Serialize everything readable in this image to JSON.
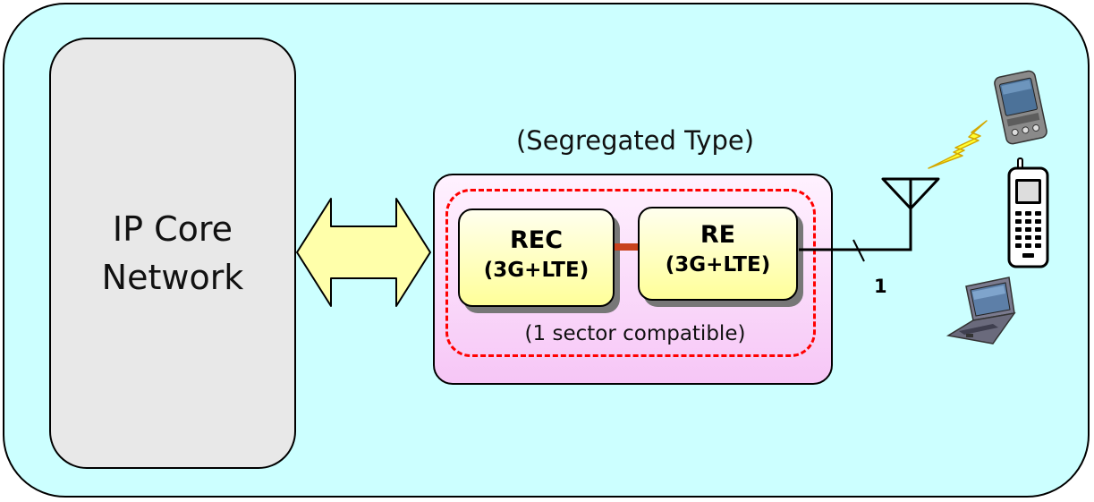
{
  "core": {
    "line1": "IP Core",
    "line2": "Network"
  },
  "segregated_title": "(Segregated Type)",
  "rec": {
    "title": "REC",
    "sub": "(3G+LTE)"
  },
  "re": {
    "title": "RE",
    "sub": "(3G+LTE)"
  },
  "sector_note": "(1 sector compatible)",
  "link_count": "1",
  "icons": [
    "double-arrow-icon",
    "antenna-icon",
    "lightning-icon",
    "pda-icon",
    "cellphone-icon",
    "laptop-icon"
  ],
  "colors": {
    "background": "#ccffff",
    "core_box": "#e8e8e8",
    "arrow_fill": "#ffffaa",
    "unit_fill": "#ffff99",
    "pink_box": "#f6c6f6",
    "dashed_border": "#ff0000",
    "link": "#c8421e"
  }
}
